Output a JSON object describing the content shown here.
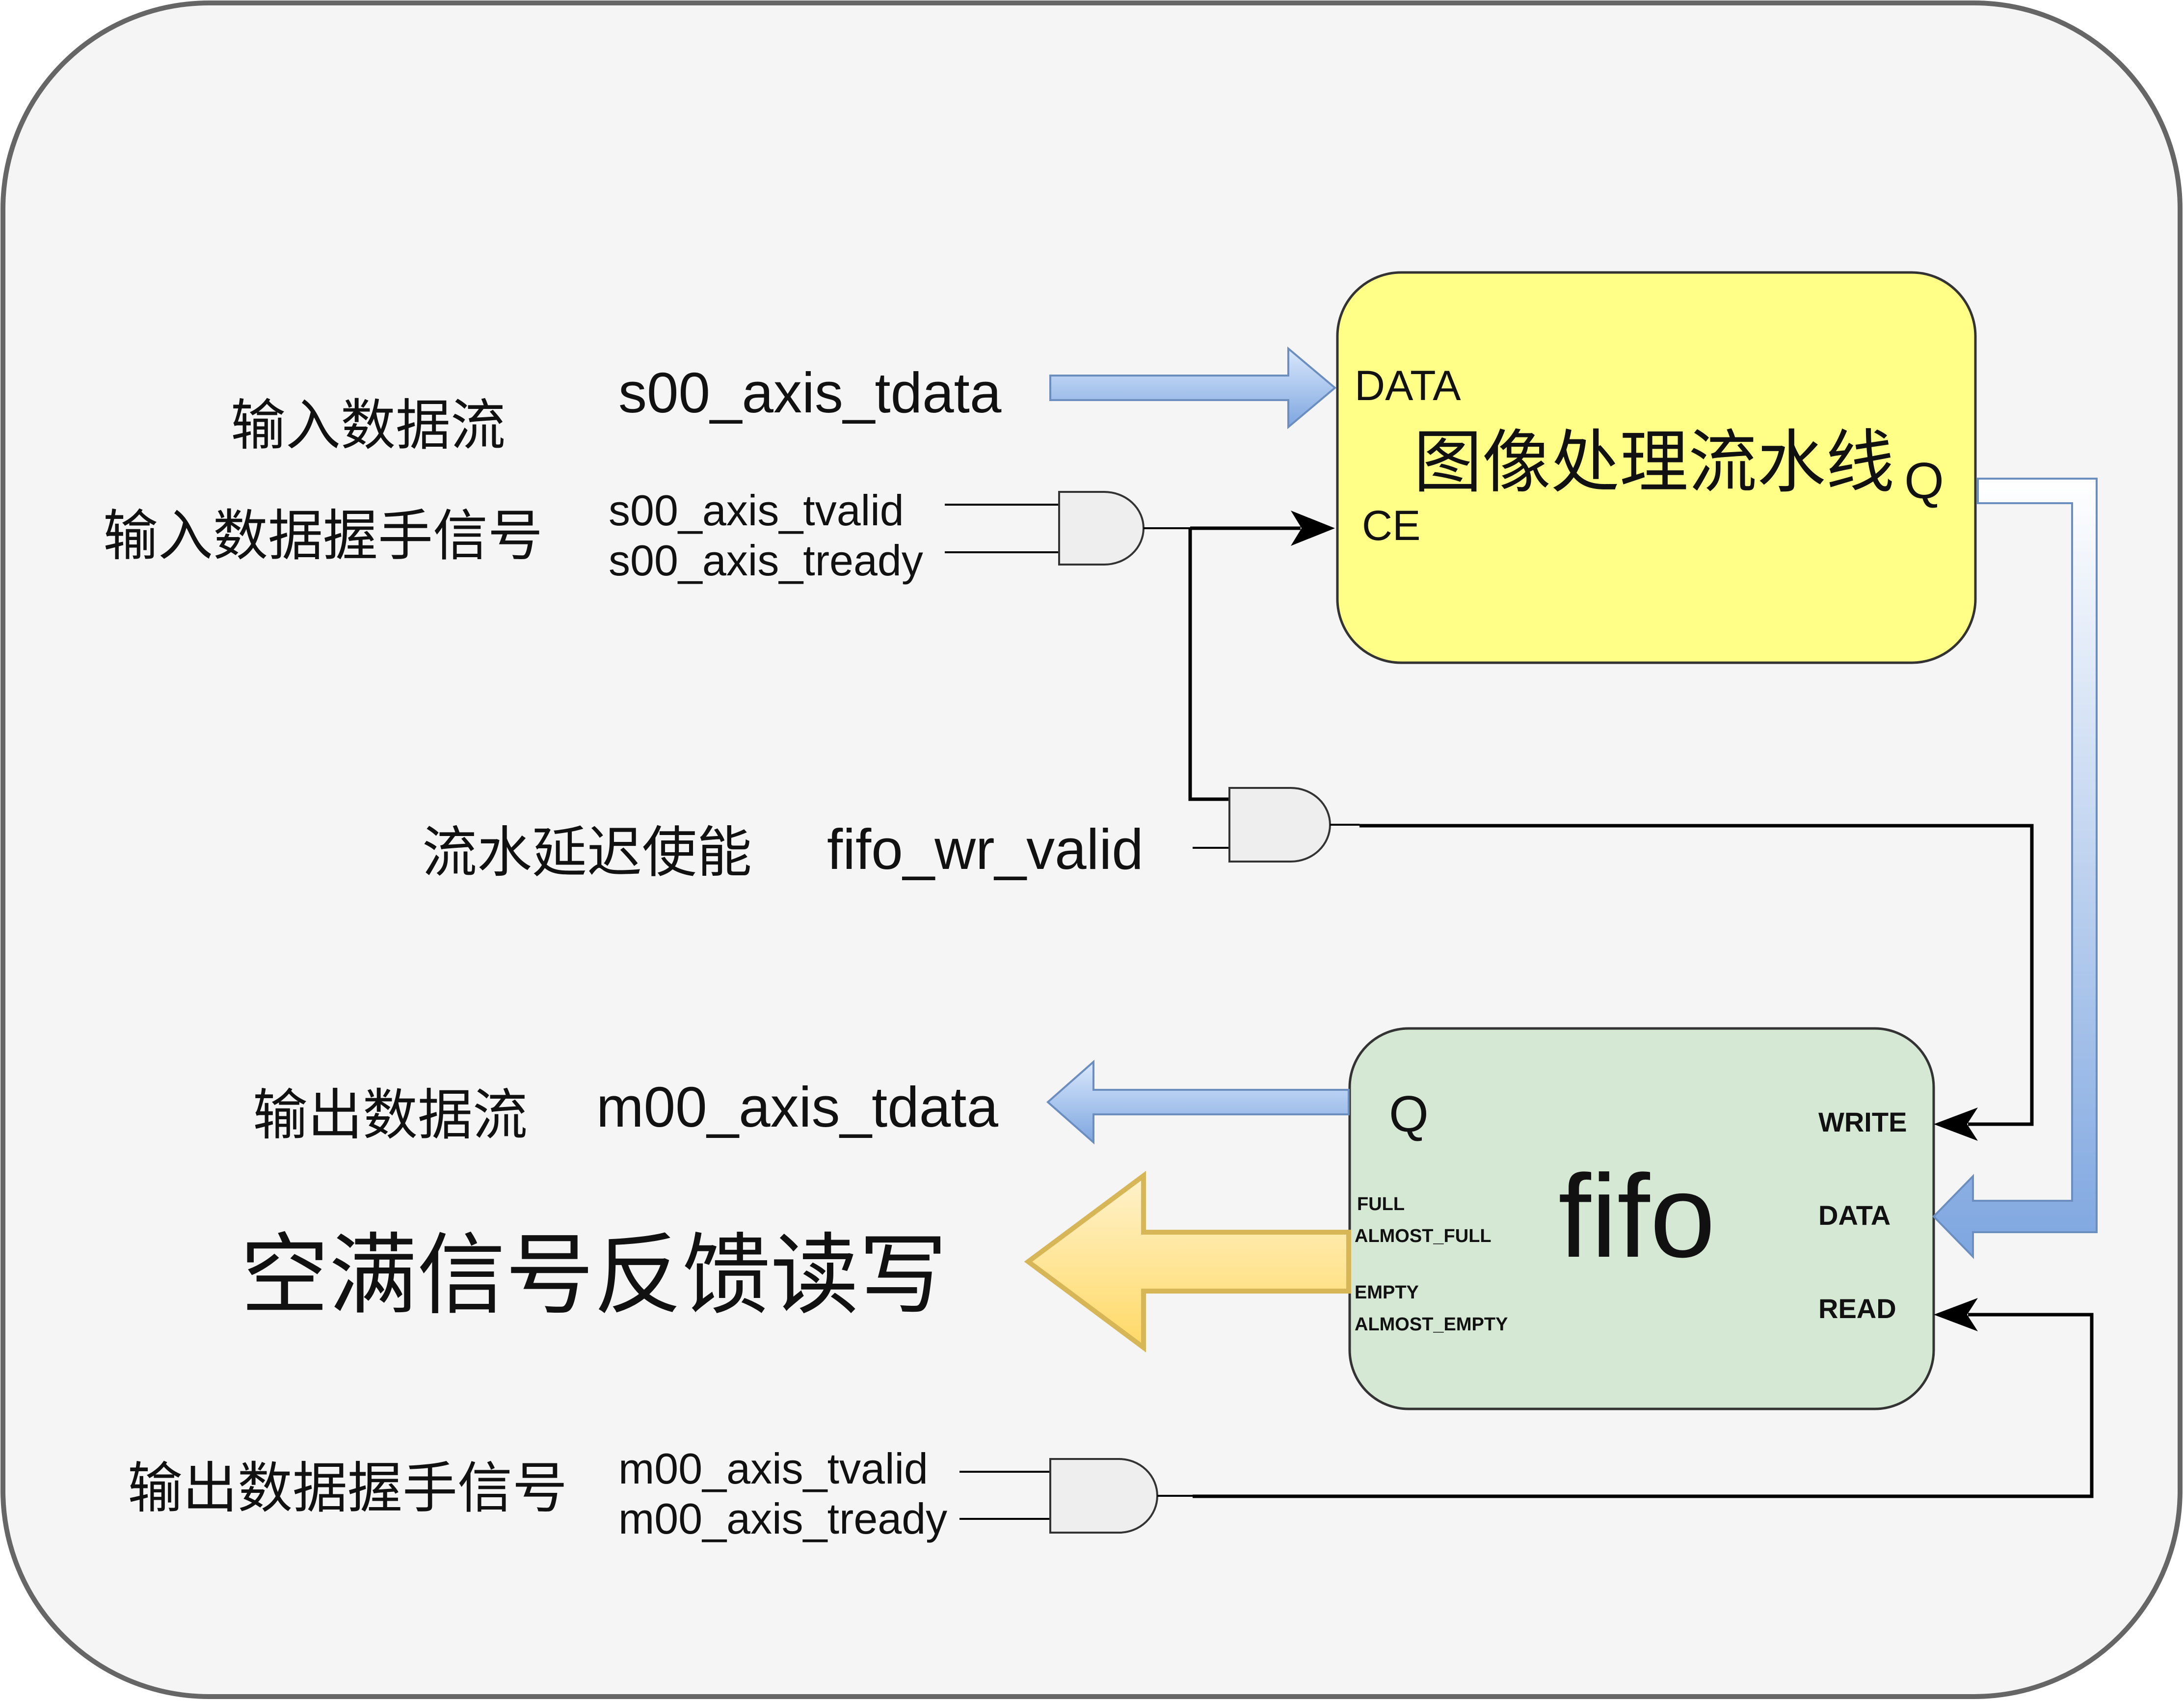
{
  "pipeline": {
    "title": "图像处理流水线",
    "port_data": "DATA",
    "port_ce": "CE",
    "port_q": "Q",
    "fill": "#ffff88"
  },
  "fifo": {
    "title": "fifo",
    "port_q": "Q",
    "port_write": "WRITE",
    "port_data": "DATA",
    "port_read": "READ",
    "flag_full": "FULL",
    "flag_almost_full": "ALMOST_FULL",
    "flag_empty": "EMPTY",
    "flag_almost_empty": "ALMOST_EMPTY",
    "fill": "#d5e8d4"
  },
  "inputs": {
    "stream_cn": "输入数据流",
    "stream_signal": "s00_axis_tdata",
    "handshake_cn": "输入数据握手信号",
    "tvalid": "s00_axis_tvalid",
    "tready": "s00_axis_tready"
  },
  "delay": {
    "label_cn": "流水延迟使能",
    "signal": "fifo_wr_valid"
  },
  "outputs": {
    "stream_cn": "输出数据流",
    "stream_signal": "m00_axis_tdata",
    "handshake_cn": "输出数据握手信号",
    "tvalid": "m00_axis_tvalid",
    "tready": "m00_axis_tready"
  },
  "feedback": {
    "label_cn": "空满信号反馈读写"
  },
  "colors": {
    "background": "#f5f5f5",
    "frame": "#666666",
    "data_arrow": "#7ea6e0",
    "feedback_arrow": "#ffd966",
    "feedback_stroke": "#d6b656"
  }
}
